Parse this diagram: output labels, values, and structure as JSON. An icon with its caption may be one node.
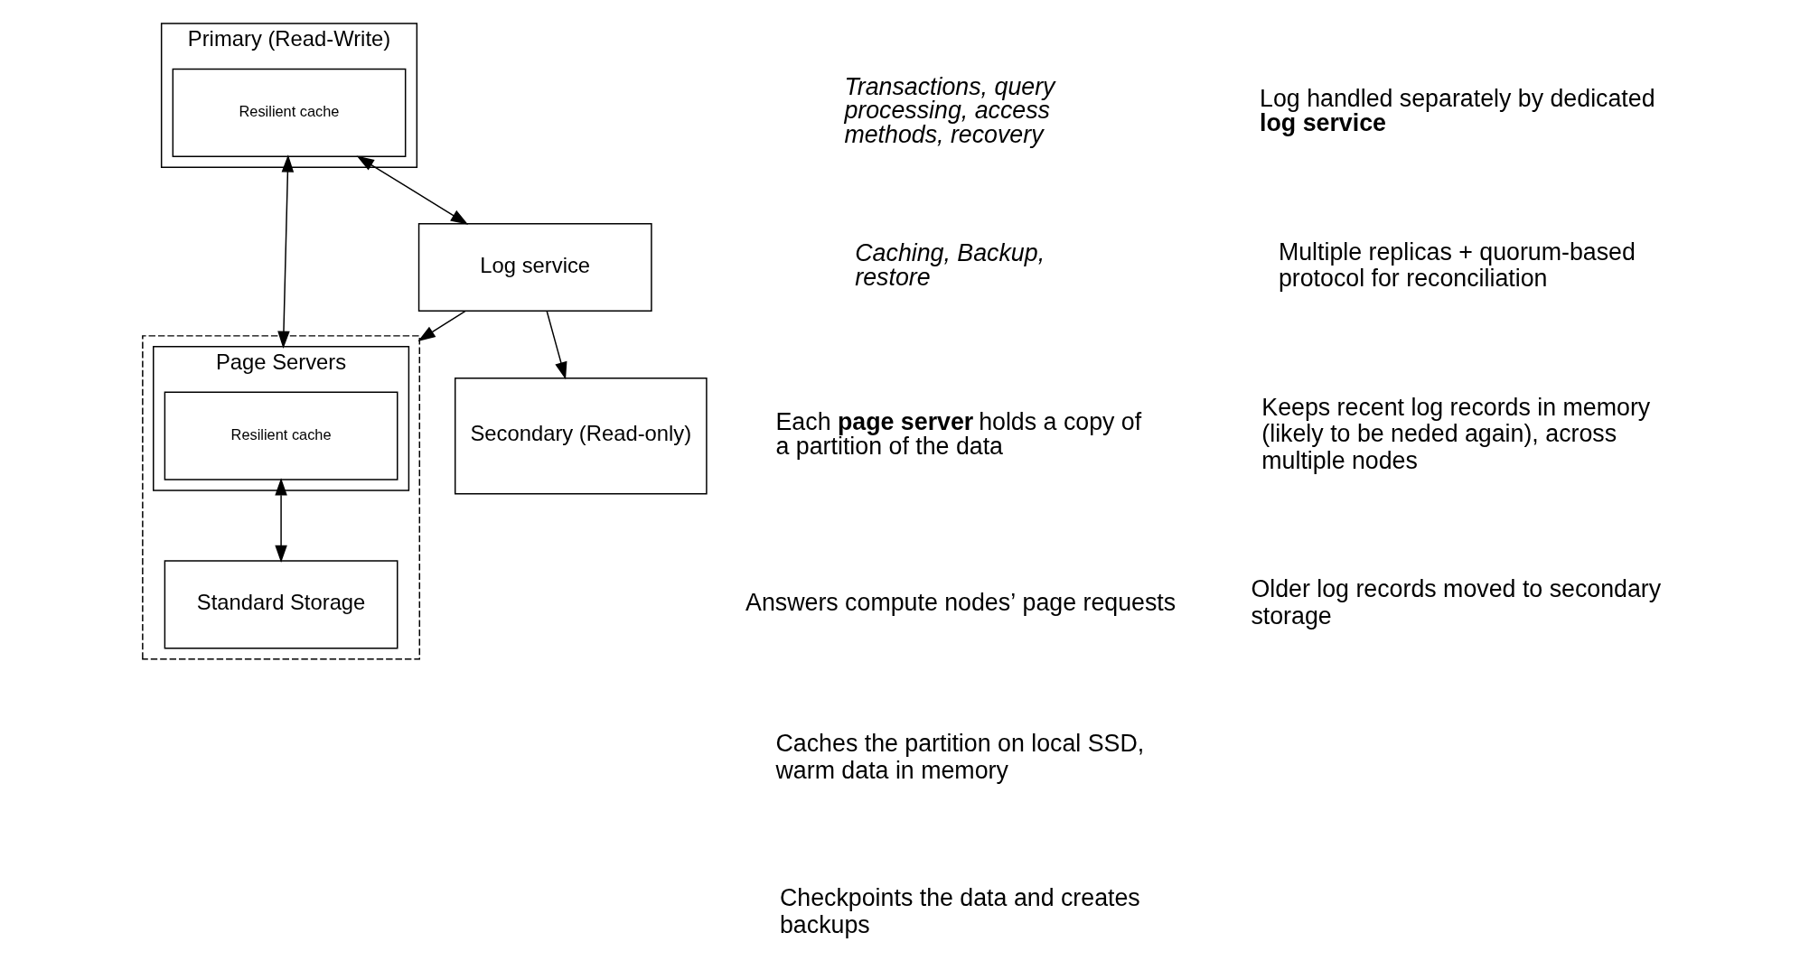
{
  "diagram": {
    "nodes": [
      {
        "text": [
          "Primary (Read-Write)"
        ]
      },
      {
        "text": [
          "Resilient cache"
        ],
        "in": 0
      },
      {
        "text": [
          "Secondary (Read-only)"
        ]
      },
      {
        "text": [],
        "shape": "box"
      },
      {
        "text": [
          "Page Servers"
        ],
        "in": 3
      },
      {
        "text": [
          "Resilient cache"
        ],
        "in": 4
      },
      {
        "text": [
          "Standard Storage"
        ],
        "in": 3
      },
      {
        "text": [
          "Log service"
        ]
      }
    ],
    "edges": [
      {
        "from": 1,
        "to": 4,
        "arrow": "both"
      },
      {
        "from": 1,
        "to": 7,
        "arrow": "both"
      },
      {
        "from": 7,
        "to": 2,
        "arrow": "to"
      },
      {
        "from": 7,
        "to": 3,
        "arrow": "to"
      },
      {
        "from": 5,
        "to": 6,
        "arrow": "both"
      }
    ],
    "labels": [
      "Transactions, query processing, access methods, recovery",
      "Log handled separately by dedicated **log service**",
      "Multiple replicas + quorum-based protocol for reconciliation",
      "Keeps recent log records in memory (likely to be neded again), across multiple nodes",
      "Older log records moved to secondary storage",
      "Caching, Backup, restore",
      "Each **page server** holds a copy of a partition of the data",
      "Answers compute nodes’ page requests",
      "Caches the partition on local SSD, warm data in memory",
      "Checkpoints the data and creates backups"
    ]
  }
}
